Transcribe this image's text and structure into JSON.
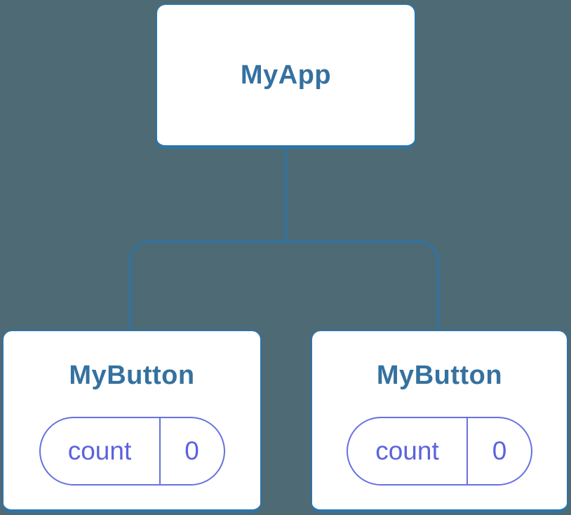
{
  "diagram": {
    "type": "component-tree",
    "colors": {
      "background": "#4D6A75",
      "card_background": "#FFFFFF",
      "card_border": "#2E74A6",
      "connector": "#2E74A6",
      "title_text": "#35719F",
      "pill_border": "#6670E2",
      "pill_text": "#5C62DE"
    },
    "tree": {
      "root": {
        "label": "MyApp"
      },
      "children": [
        {
          "label": "MyButton",
          "state": {
            "name": "count",
            "value": "0"
          }
        },
        {
          "label": "MyButton",
          "state": {
            "name": "count",
            "value": "0"
          }
        }
      ]
    }
  }
}
